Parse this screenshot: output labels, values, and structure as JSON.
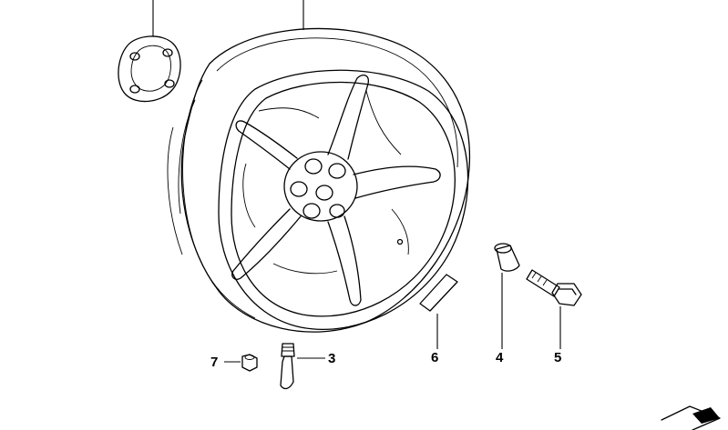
{
  "diagram": {
    "parts": [
      {
        "callout": "3",
        "icon": "valve-stem-icon"
      },
      {
        "callout": "4",
        "icon": "valve-cap-icon"
      },
      {
        "callout": "5",
        "icon": "wheel-bolt-icon"
      },
      {
        "callout": "6",
        "icon": "balance-weight-icon"
      },
      {
        "callout": "7",
        "icon": "valve-nut-icon"
      }
    ]
  },
  "colors": {
    "line": "#000000",
    "background": "#ffffff"
  }
}
